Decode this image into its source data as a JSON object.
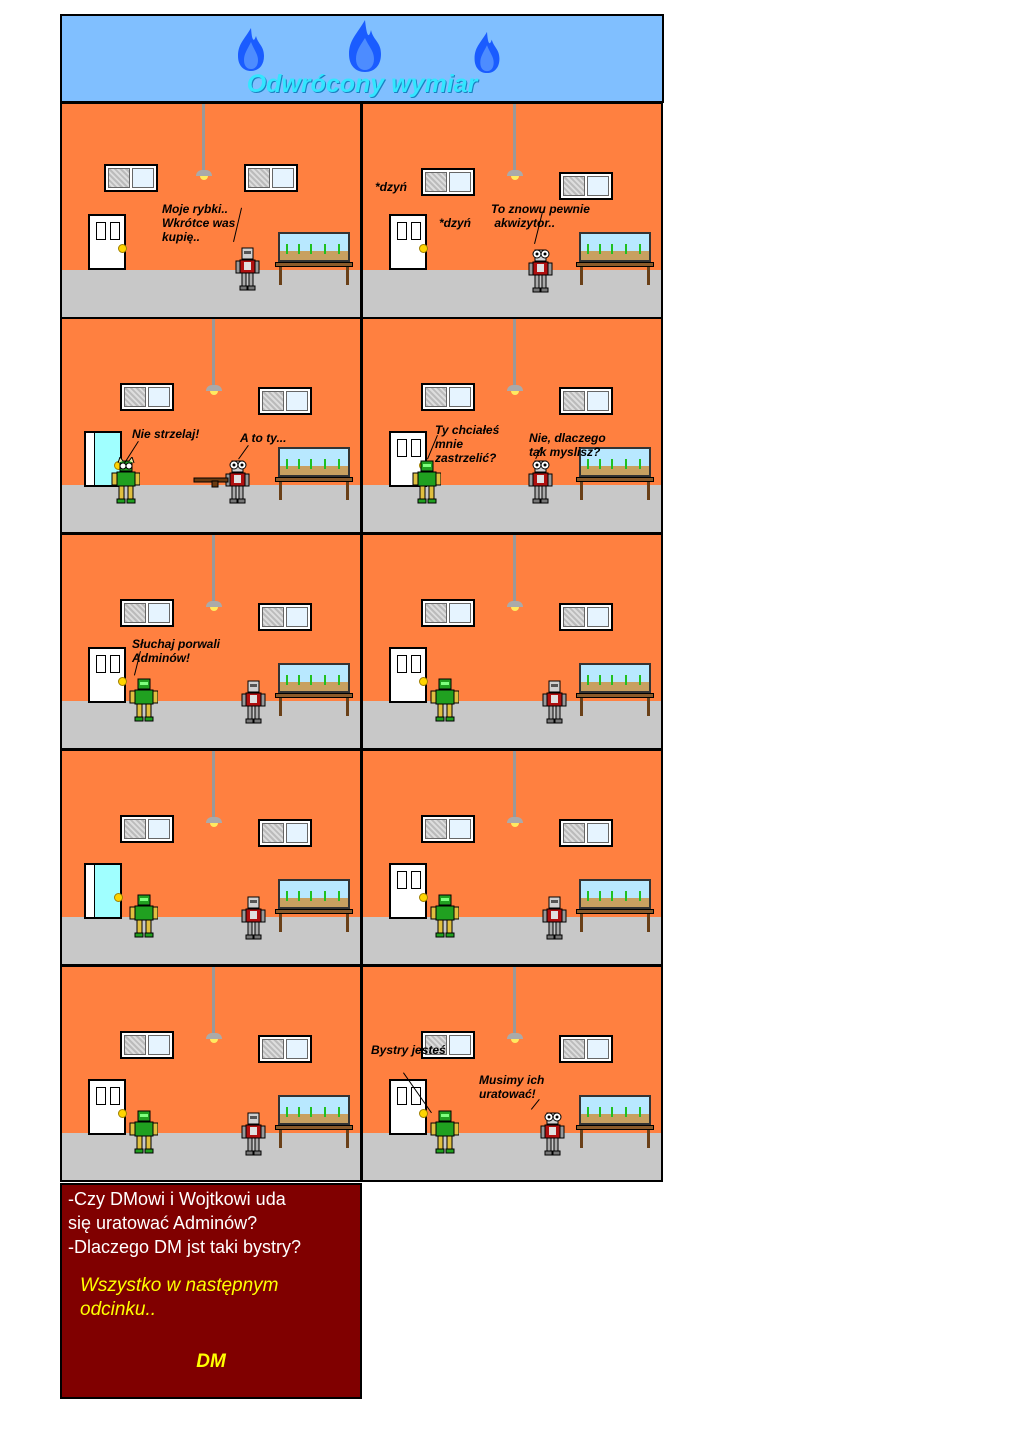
{
  "header": {
    "title": "Odwrócony wymiar"
  },
  "panels": [
    {
      "speech": [
        {
          "text": "Moje rybki..\nWkrótce was\nkupię.."
        }
      ]
    },
    {
      "speech": [
        {
          "text": "*dzyń"
        },
        {
          "text": "*dzyń"
        },
        {
          "text": "To znowu pewnie\n akwizytor.."
        }
      ]
    },
    {
      "speech": [
        {
          "text": "Nie strzelaj!"
        },
        {
          "text": "A to ty..."
        }
      ]
    },
    {
      "speech": [
        {
          "text": "Ty chciałeś\nmnie\nzastrzelić?"
        },
        {
          "text": "Nie, dlaczego\ntak myslisz?"
        }
      ]
    },
    {
      "speech": [
        {
          "text": "Słuchaj porwali\nAdminów!"
        }
      ]
    },
    {
      "speech": []
    },
    {
      "speech": []
    },
    {
      "speech": []
    },
    {
      "speech": []
    },
    {
      "speech": [
        {
          "text": "Bystry jesteś"
        },
        {
          "text": "Musimy ich\nuratować!"
        }
      ]
    }
  ],
  "caption": {
    "line1": "-Czy DMowi i Wojtkowi uda",
    "line2": "się uratować Adminów?",
    "line3": "-Dlaczego DM jst taki bystry?",
    "next1": "Wszystko w następnym",
    "next2": "odcinku..",
    "signature": "DM"
  },
  "colors": {
    "wall": "#ff8040",
    "floor": "#c8c8c8",
    "sky": "#80bfff",
    "caption_bg": "#800000",
    "title": "#33e6ff"
  },
  "icons": [
    "blue-flame-icon",
    "window-icon",
    "door-icon",
    "fish-tank-icon",
    "ceiling-lamp-icon",
    "robot-character-icon"
  ]
}
